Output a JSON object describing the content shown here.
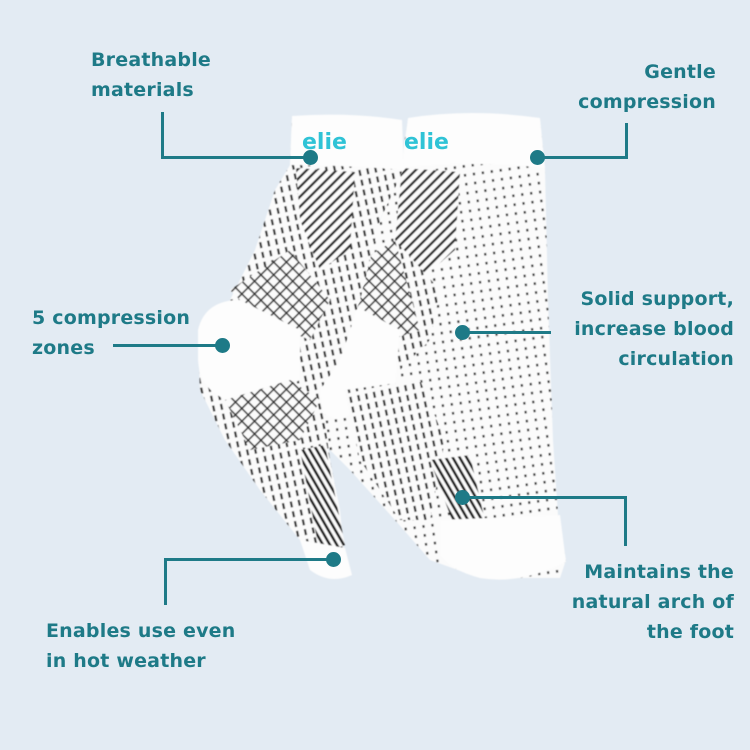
{
  "product": {
    "brand_text": "elie",
    "item": "compression ankle sleeves (pair)",
    "colors": {
      "sleeve": "#ffffff",
      "pattern": "#2b2b2b",
      "brand": "#2fc3d6"
    }
  },
  "theme": {
    "background": "#e3ebf3",
    "accent": "#1e7a87"
  },
  "callouts": [
    {
      "id": "breathable",
      "lines": [
        "Breathable",
        "materials"
      ]
    },
    {
      "id": "gentle",
      "lines": [
        "Gentle",
        "compression"
      ]
    },
    {
      "id": "zones",
      "lines": [
        "5 compression",
        "zones"
      ]
    },
    {
      "id": "support",
      "lines": [
        "Solid support,",
        "increase blood",
        "circulation"
      ]
    },
    {
      "id": "arch",
      "lines": [
        "Maintains the",
        "natural arch of",
        "the foot"
      ]
    },
    {
      "id": "weather",
      "lines": [
        "Enables use even",
        "in hot weather"
      ]
    }
  ]
}
